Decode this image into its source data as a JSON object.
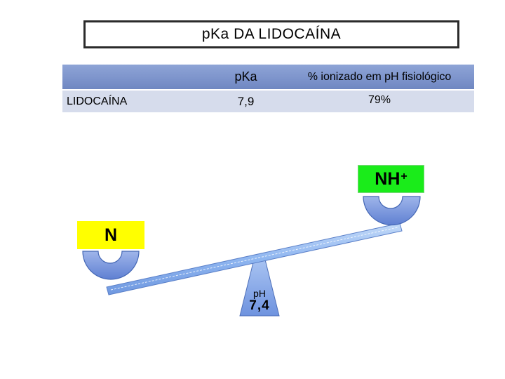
{
  "title": "pKa DA LIDOCAÍNA",
  "table": {
    "headers": [
      "",
      "pKa",
      "% ionizado em pH fisiológico"
    ],
    "row": {
      "name": "LIDOCAÍNA",
      "pka": "7,9",
      "ionized": "79%"
    }
  },
  "diagram": {
    "left_label": "N",
    "right_label": "NH",
    "right_label_superscript": "+",
    "fulcrum_label": "pH",
    "fulcrum_value": "7,4"
  },
  "colors": {
    "header_blue": "#7c93cb",
    "row_blue": "#d6dcec",
    "cup_blue": "#7c9be0",
    "beam_blue": "#8fb6f0",
    "n_yellow": "#ffff00",
    "nh_green": "#1aec1a"
  }
}
